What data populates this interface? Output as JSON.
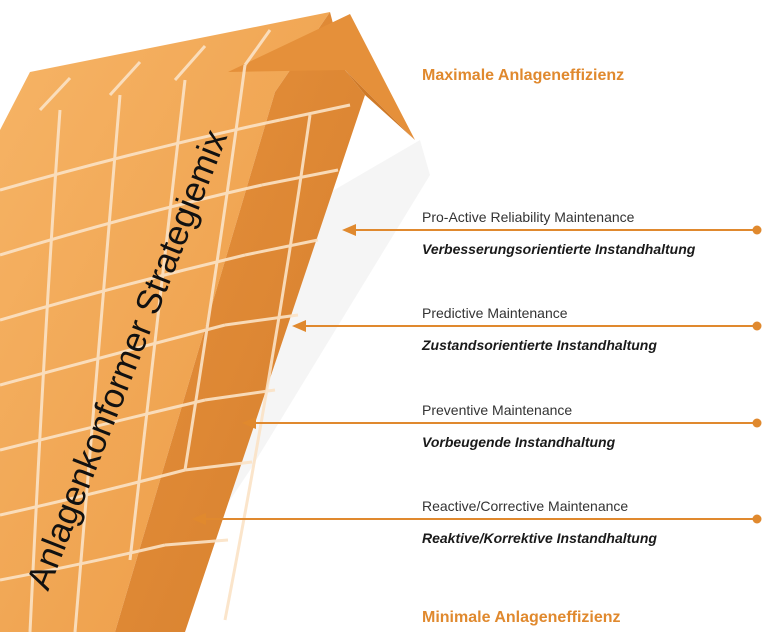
{
  "diagram": {
    "top_label": "Maximale Anlageneffizienz",
    "bottom_label": "Minimale Anlageneffizienz",
    "arrow_text": "Anlagenkonformer Strategiemix",
    "levels": [
      {
        "en": "Pro-Active Reliability Maintenance",
        "de": "Verbesserungsorientierte Instandhaltung"
      },
      {
        "en": "Predictive Maintenance",
        "de": "Zustandsorientierte Instandhaltung"
      },
      {
        "en": "Preventive Maintenance",
        "de": "Vorbeugende Instandhaltung"
      },
      {
        "en": "Reactive/Corrective Maintenance",
        "de": "Reaktive/Korrektive Instandhaltung"
      }
    ],
    "colors": {
      "accent": "#e0892e",
      "arrow_light": "#f3aa55",
      "arrow_face": "#e5903a",
      "arrow_dark": "#cf7a28",
      "grid_lines": "#fbe3c6"
    }
  }
}
